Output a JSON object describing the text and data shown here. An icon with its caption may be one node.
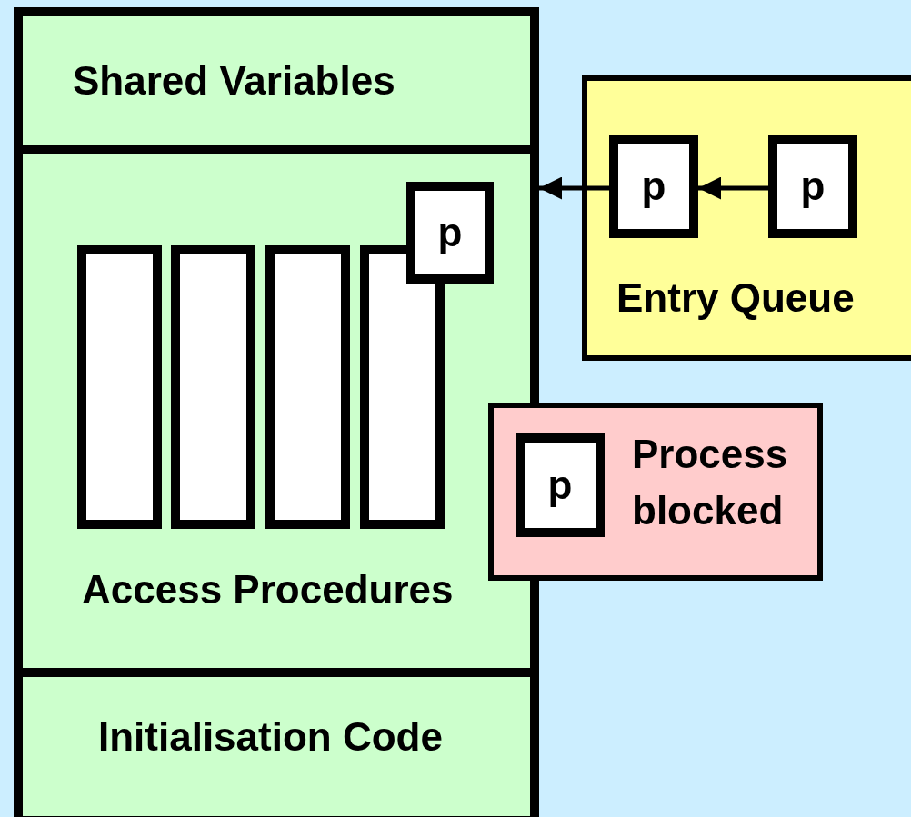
{
  "diagram": {
    "nodes": [
      {
        "text": [],
        "shape": "box"
      },
      {
        "text": [
          "Shared Variables"
        ],
        "in": 0
      },
      {
        "text": [
          "Access Procedures"
        ],
        "in": 0
      },
      {
        "text": [],
        "shape": "bar",
        "in": 2
      },
      {
        "text": [],
        "shape": "bar",
        "in": 2
      },
      {
        "text": [],
        "shape": "bar",
        "in": 2
      },
      {
        "text": [],
        "shape": "bar",
        "in": 2
      },
      {
        "text": [
          "p"
        ],
        "in": 2
      },
      {
        "text": [
          "Initialisation Code"
        ],
        "in": 0
      },
      {
        "text": [
          "Entry Queue"
        ]
      },
      {
        "text": [
          "p"
        ],
        "in": 9
      },
      {
        "text": [
          "p"
        ],
        "in": 9
      },
      {
        "text": [
          "Process blocked"
        ]
      },
      {
        "text": [
          "p"
        ],
        "in": 12
      }
    ],
    "edges": [
      {
        "from": 11,
        "to": 10,
        "arrow": "to"
      },
      {
        "from": 10,
        "to": 2,
        "arrow": "to"
      }
    ]
  }
}
